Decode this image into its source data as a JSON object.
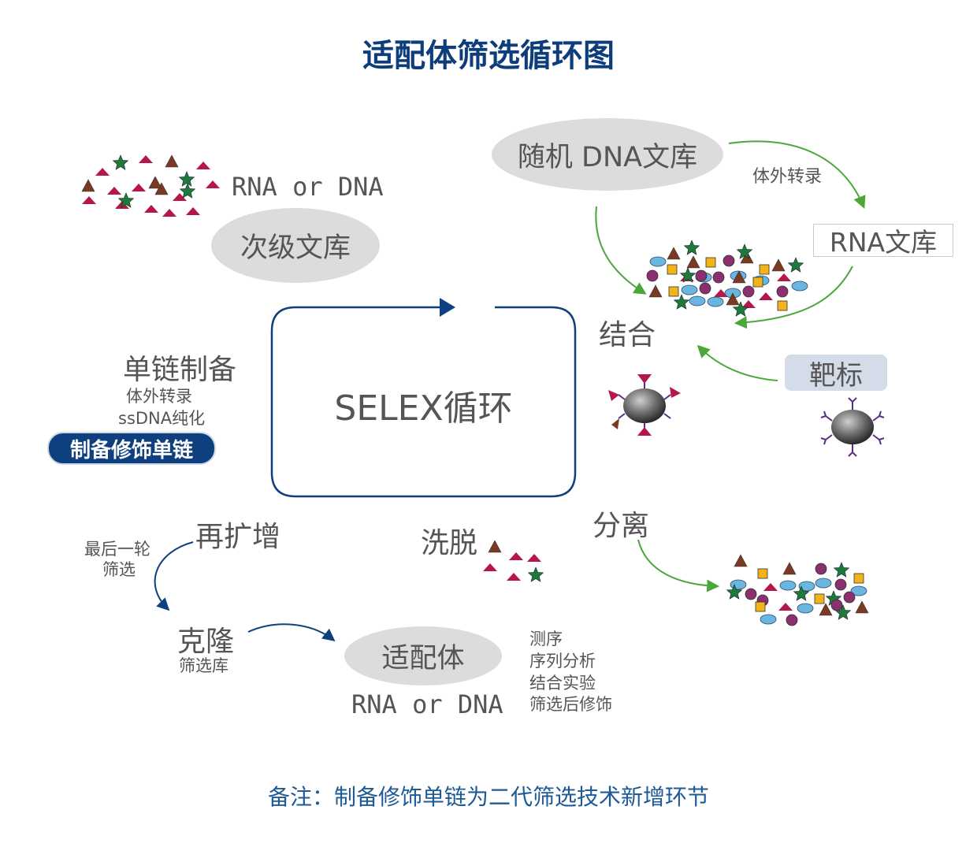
{
  "title": "适配体筛选循环图",
  "note": "备注：制备修饰单链为二代筛选技术新增环节",
  "center_label": "SELEX循环",
  "random_library": "随机 DNA文库",
  "in_vitro_transcription_top": "体外转录",
  "rna_library": "RNA文库",
  "binding": "结合",
  "target": "靶标",
  "separation": "分离",
  "elution": "洗脱",
  "reamplification": "再扩增",
  "last_round": [
    "最后一轮",
    "筛选"
  ],
  "clone": "克隆",
  "screening_library": "筛选库",
  "aptamer": "适配体",
  "aptamer_type": "RNA or DNA",
  "aptamer_followup": [
    "测序",
    "序列分析",
    "结合实验",
    "筛选后修饰"
  ],
  "secondary_library_type": "RNA or DNA",
  "secondary_library": "次级文库",
  "single_strand_prep": "单链制备",
  "single_strand_steps": [
    "体外转录",
    "ssDNA纯化"
  ],
  "modified_single_strand": "制备修饰单链",
  "colors": {
    "title": "#0d3d7a",
    "accent_blue": "#0e3f7e",
    "arrow_green": "#4aa83a",
    "triangle_red": "#b5174b",
    "triangle_brown": "#7a3a22",
    "star_green": "#1f7a3a",
    "square_gold": "#f2b418",
    "ellipse_blue": "#6bb6e0",
    "circle_purple": "#8b2f6f"
  }
}
